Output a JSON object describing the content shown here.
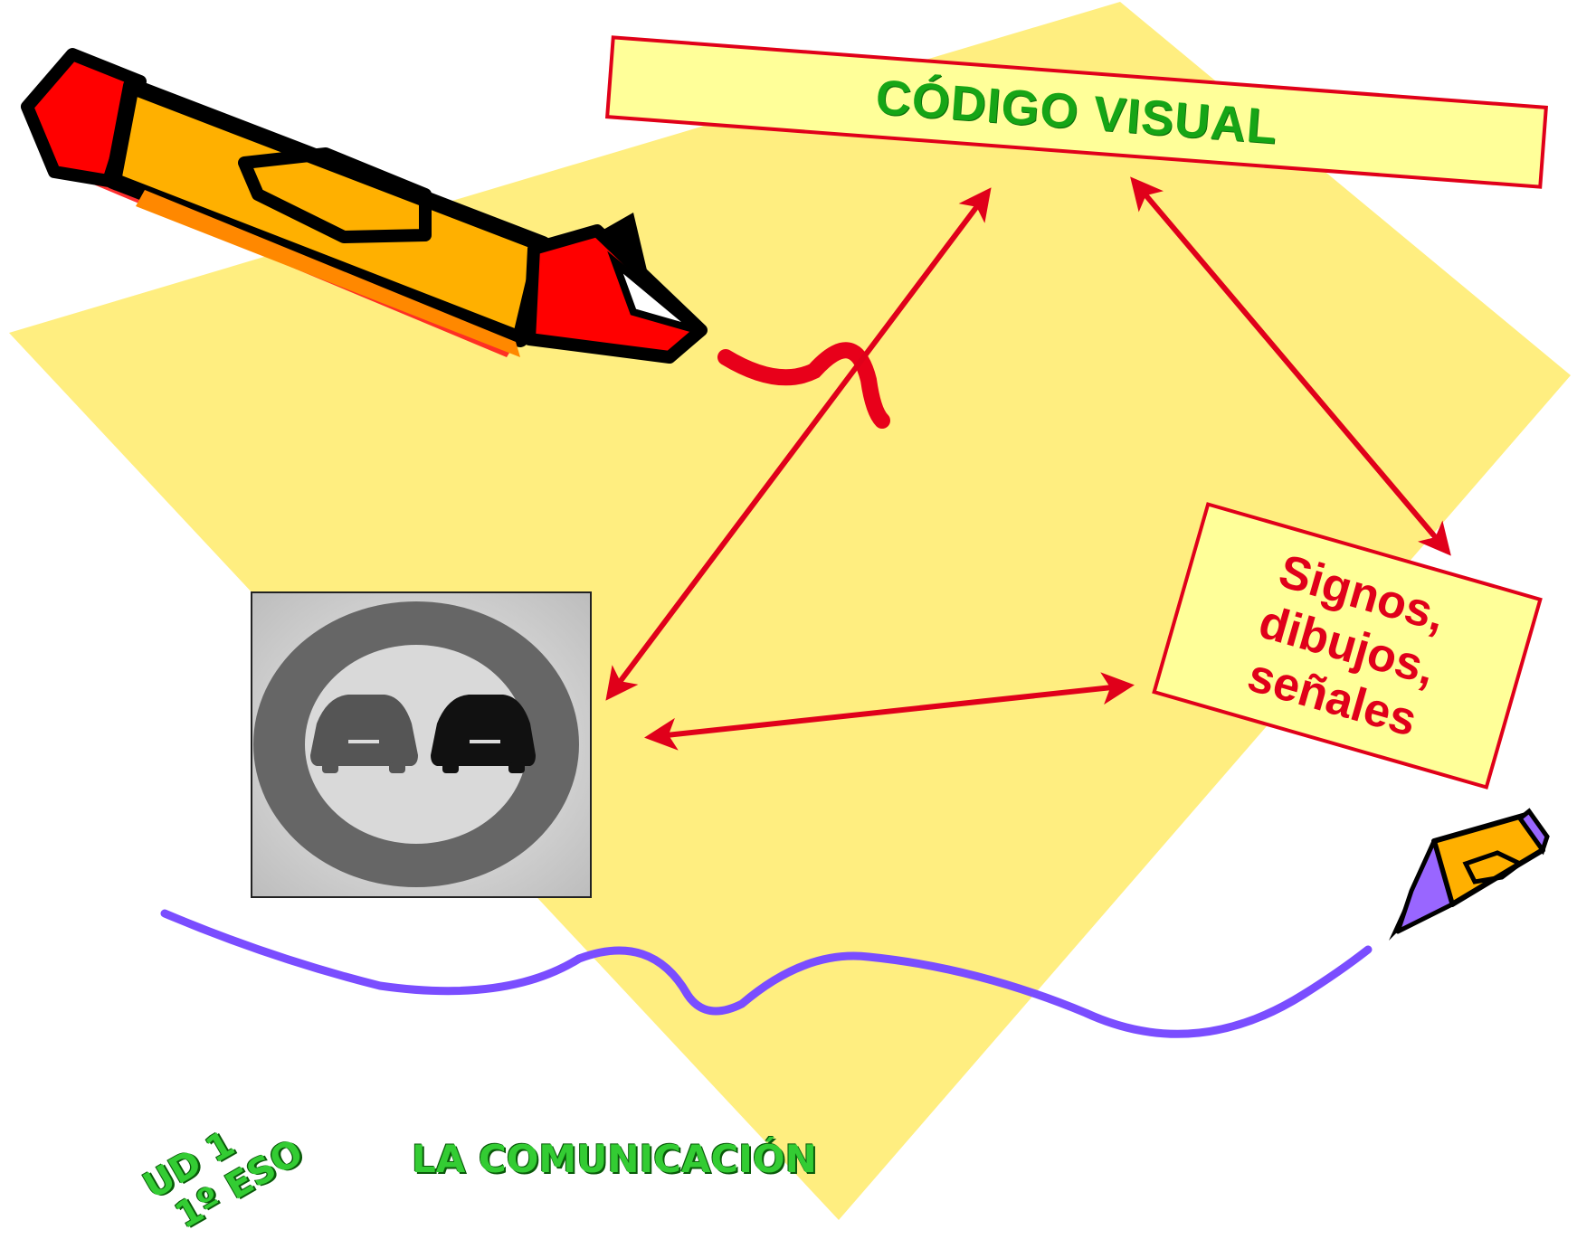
{
  "colors": {
    "background_diamond": "#ffee80",
    "box_fill": "#ffff99",
    "box_border": "#e0001a",
    "title_text": "#16a516",
    "box_text": "#e0001a",
    "arrow": "#e0001a",
    "scribble": "#8866ff",
    "footer_text": "#33cc33"
  },
  "title_box": {
    "text": "CÓDIGO VISUAL"
  },
  "signos_box": {
    "line1": "Signos,",
    "line2": "dibujos,",
    "line3": "señales"
  },
  "footer": {
    "ud_line1": "UD 1",
    "ud_line2": "1º ESO",
    "title": "LA COMUNICACIÓN"
  },
  "icons": [
    "pencil-icon",
    "small-pencil-icon",
    "no-overtaking-sign-icon"
  ]
}
